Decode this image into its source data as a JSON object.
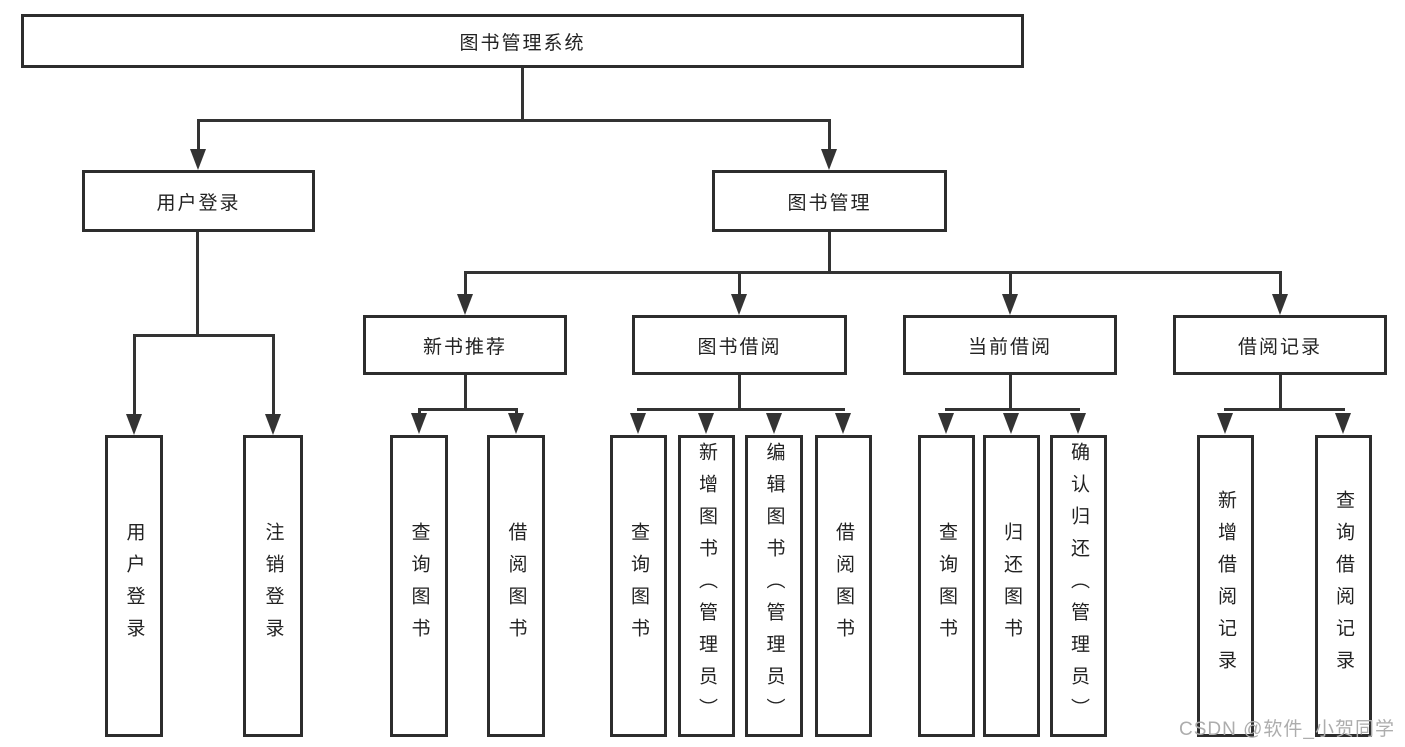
{
  "watermark": "CSDN @软件_小贺同学",
  "colors": {
    "background": "#ffffff",
    "fill": "#ffffff",
    "border": "#2d2d2d",
    "line": "#333333",
    "text": "#222222",
    "watermark": "#adadad"
  },
  "tree": {
    "root": {
      "label": "图书管理系统"
    },
    "level2": [
      {
        "id": "user-login",
        "label": "用户登录"
      },
      {
        "id": "book-management",
        "label": "图书管理"
      }
    ],
    "level3": [
      {
        "id": "new-book-recommend",
        "label": "新书推荐"
      },
      {
        "id": "book-borrow",
        "label": "图书借阅"
      },
      {
        "id": "current-borrow",
        "label": "当前借阅"
      },
      {
        "id": "borrow-record",
        "label": "借阅记录"
      }
    ],
    "leaves": {
      "user_login": [
        "用户登录",
        "注销登录"
      ],
      "new_book_recommend": [
        "查询图书",
        "借阅图书"
      ],
      "book_borrow": [
        "查询图书",
        "新增图书（管理员）",
        "编辑图书（管理员）",
        "借阅图书"
      ],
      "current_borrow": [
        "查询图书",
        "归还图书",
        "确认归还（管理员）"
      ],
      "borrow_record": [
        "新增借阅记录",
        "查询借阅记录"
      ]
    }
  }
}
